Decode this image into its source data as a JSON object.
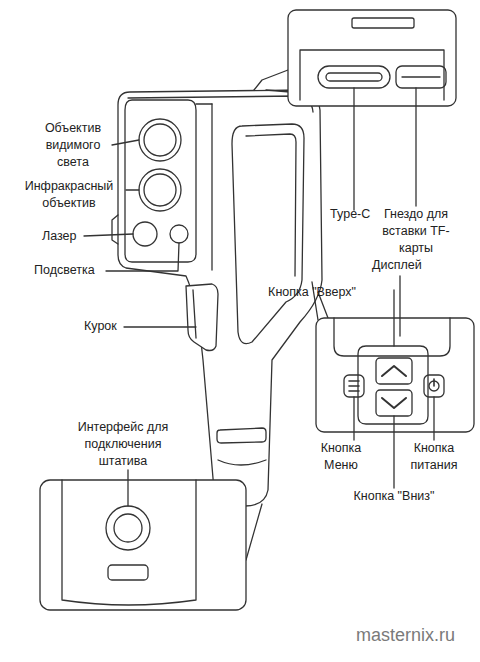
{
  "diagram": {
    "labels": [
      "Объектив видимого света",
      "Инфракрасный объектив",
      "Лазер",
      "Подсветка",
      "Курок",
      "Интерфейс для подключения штатива",
      "Type-C",
      "Гнездо для вставки TF-карты",
      "Дисплей",
      "Кнопка \"Вверх\"",
      "Кнопка Меню",
      "Кнопка питания",
      "Кнопка \"Вниз\"",
      "masternix.ru"
    ]
  }
}
